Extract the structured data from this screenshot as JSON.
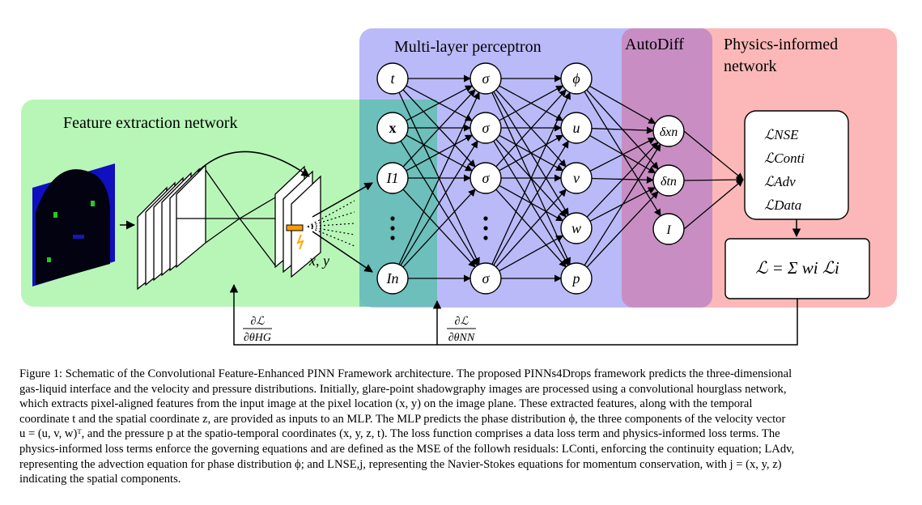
{
  "regions": {
    "feature_extraction": {
      "title": "Feature extraction network",
      "color": "#b8f6b8"
    },
    "mlp": {
      "title": "Multi-layer perceptron",
      "color": "#b4b4f8"
    },
    "autodiff": {
      "title": "AutoDiff",
      "color": "#c88cc0"
    },
    "physics": {
      "title_line1": "Physics-informed",
      "title_line2": "network",
      "color": "#fcb8b8"
    }
  },
  "input_nodes": [
    "t",
    "x",
    "I1",
    "⋮",
    "In"
  ],
  "hidden_label": "σ",
  "output_nodes": [
    "ϕ",
    "u",
    "v",
    "w",
    "p"
  ],
  "autodiff_nodes": [
    "δxn",
    "δtn",
    "I"
  ],
  "coord_label": "x, y",
  "loss_terms": [
    "ℒNSE",
    "ℒConti",
    "ℒAdv",
    "ℒData"
  ],
  "total_loss": "ℒ = Σ wi ℒi",
  "grad_hg": {
    "numerator": "∂ℒ",
    "denominator": "∂θHG"
  },
  "grad_nn": {
    "numerator": "∂ℒ",
    "denominator": "∂θNN"
  },
  "caption_lines": [
    "Figure 1: Schematic of the Convolutional Feature-Enhanced PINN Framework architecture. The proposed PINNs4Drops framework predicts the three-dimensional",
    "gas-liquid interface and the velocity and pressure distributions. Initially, glare-point shadowgraphy images are processed using a convolutional hourglass network,",
    "which extracts pixel-aligned features from the input image at the pixel location (x, y) on the image plane. These extracted features, along with the temporal",
    "coordinate t and the spatial coordinate z, are provided as inputs to an MLP. The MLP predicts the phase distribution ϕ, the three components of the velocity vector",
    "u = (u, v, w)ᵀ, and the pressure p at the spatio-temporal coordinates (x, y, z, t). The loss function comprises a data loss term and physics-informed loss terms. The",
    "physics-informed loss terms enforce the governing equations and are defined as the MSE of the followh residuals: LConti, enforcing the continuity equation; LAdv,",
    "representing the advection equation for phase distribution ϕ; and LNSE,j, representing the Navier-Stokes equations for momentum conservation, with j = (x, y, z)",
    "indicating the spatial components."
  ]
}
